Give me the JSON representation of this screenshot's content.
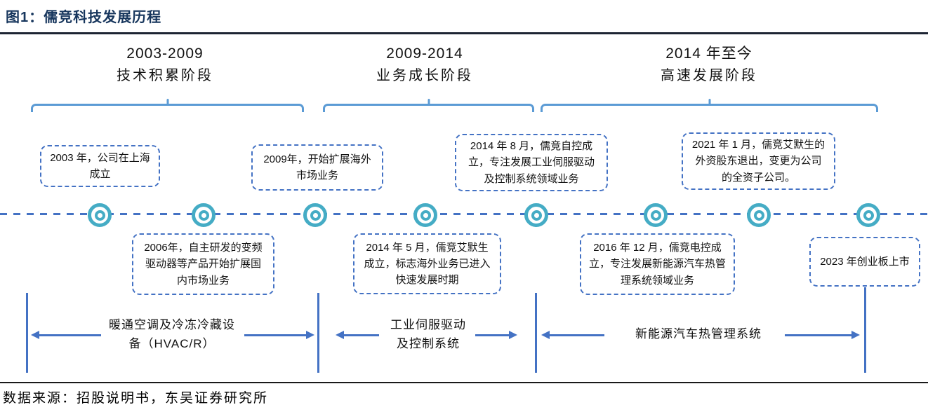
{
  "title": "图1：儒竞科技发展历程",
  "source": "数据来源：招股说明书，东吴证券研究所",
  "phases": [
    {
      "years": "2003-2009",
      "name": "技术积累阶段"
    },
    {
      "years": "2009-2014",
      "name": "业务成长阶段"
    },
    {
      "years": "2014 年至今",
      "name": "高速发展阶段"
    }
  ],
  "events_top": [
    {
      "year": "2003",
      "text": "2003 年，公司在上海成立"
    },
    {
      "year": "2009",
      "text": "2009年，开始扩展海外市场业务"
    },
    {
      "year": "2014-08",
      "text": "2014 年 8 月，儒竞自控成立，专注发展工业伺服驱动及控制系统领域业务"
    },
    {
      "year": "2021-01",
      "text": "2021 年 1 月，儒竞艾默生的外资股东退出，变更为公司的全资子公司。"
    }
  ],
  "events_bottom": [
    {
      "year": "2006",
      "text": "2006年，自主研发的变频驱动器等产品开始扩展国内市场业务"
    },
    {
      "year": "2014-05",
      "text": "2014 年 5 月，儒竞艾默生成立，标志海外业务已进入快速发展时期"
    },
    {
      "year": "2016-12",
      "text": "2016 年 12 月，儒竞电控成立，专注发展新能源汽车热管理系统领域业务"
    },
    {
      "year": "2023",
      "text": "2023 年创业板上市"
    }
  ],
  "segments": [
    {
      "lines": [
        "暖通空调及冷冻冷藏设",
        "备（HVAC/R）"
      ]
    },
    {
      "lines": [
        "工业伺服驱动",
        "及控制系统"
      ]
    },
    {
      "lines": [
        "新能源汽车热管理系统"
      ]
    }
  ],
  "timeline": {
    "marker_count": 8
  },
  "colors": {
    "accent_blue": "#4472C4",
    "bracket_blue": "#5B9BD5",
    "marker_teal": "#45ACC5",
    "title_navy": "#17365D"
  }
}
